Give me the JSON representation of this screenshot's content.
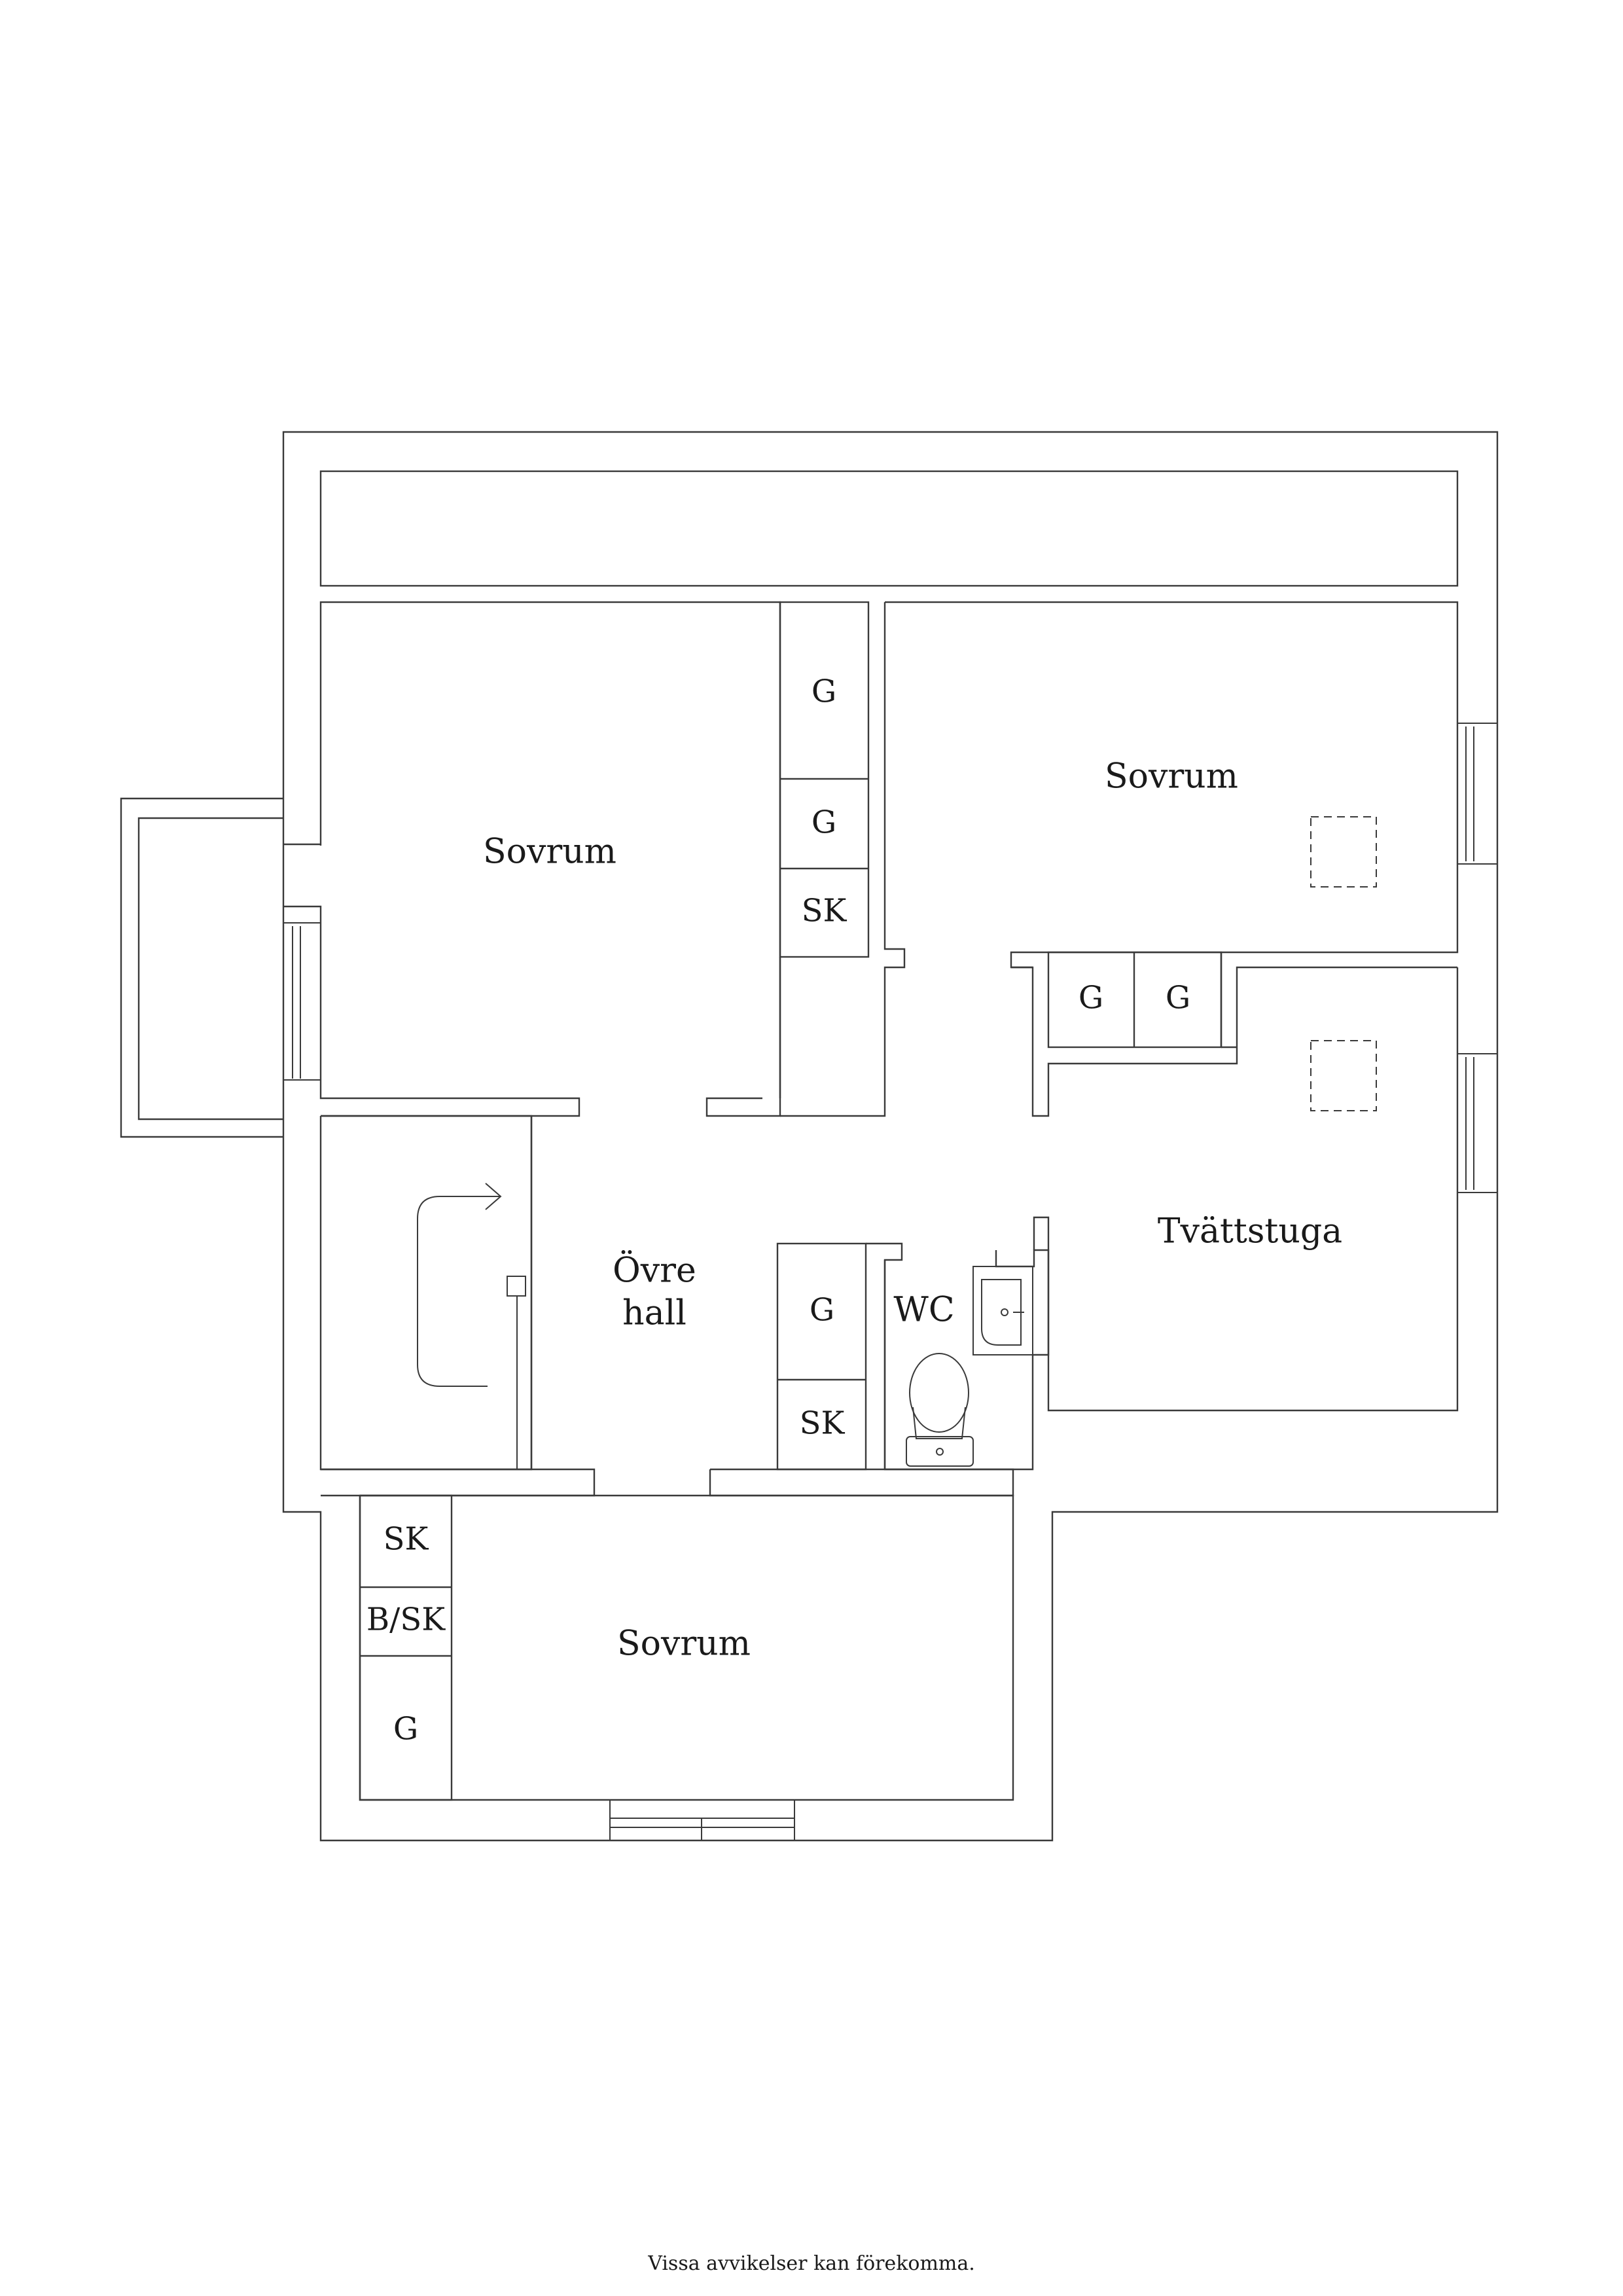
{
  "rooms": {
    "sovrum_nw": "Sovrum",
    "sovrum_ne": "Sovrum",
    "sovrum_s": "Sovrum",
    "tvattstuga": "Tvättstuga",
    "hall_line1": "Övre",
    "hall_line2": "hall",
    "wc": "WC"
  },
  "cabinets": {
    "nw_g1": "G",
    "nw_g2": "G",
    "nw_sk": "SK",
    "mid_g1": "G",
    "mid_g2": "G",
    "center_g": "G",
    "center_sk": "SK",
    "s_sk": "SK",
    "s_bsk": "B/SK",
    "s_g": "G"
  },
  "footer": {
    "note": "Vissa avvikelser kan förekomma."
  }
}
